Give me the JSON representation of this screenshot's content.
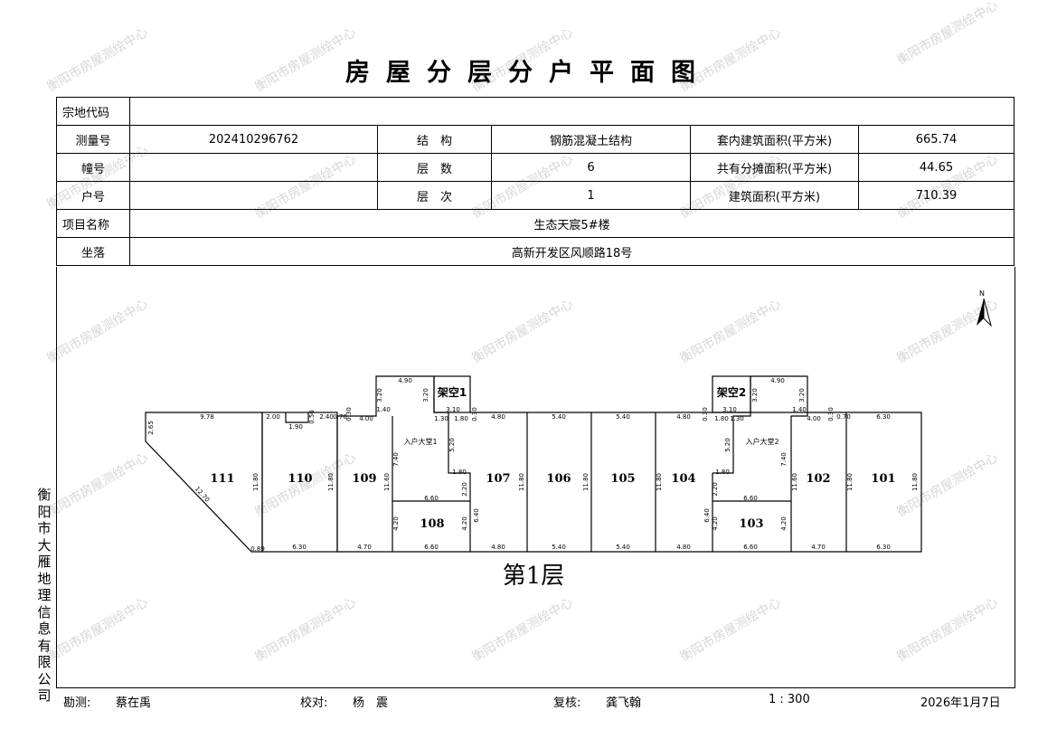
{
  "title": "房屋分层分户平面图",
  "info": {
    "parcel_code_label": "宗地代码",
    "parcel_code": "",
    "survey_no_label": "测量号",
    "survey_no": "202410296762",
    "structure_label": "结　构",
    "structure": "钢筋混凝土结构",
    "inner_area_label": "套内建筑面积(平方米)",
    "inner_area": "665.74",
    "building_no_label": "幢号",
    "building_no": "",
    "floors_label": "层　数",
    "floors": "6",
    "shared_area_label": "共有分摊面积(平方米)",
    "shared_area": "44.65",
    "unit_no_label": "户号",
    "unit_no": "",
    "floor_label": "层　次",
    "floor": "1",
    "building_area_label": "建筑面积(平方米)",
    "building_area": "710.39",
    "project_label": "项目名称",
    "project": "生态天宸5#楼",
    "location_label": "坐落",
    "location": "高新开发区风顺路18号"
  },
  "plan": {
    "floor_caption": "第1层",
    "north": "N",
    "rooms": [
      "111",
      "110",
      "109",
      "108",
      "107",
      "106",
      "105",
      "104",
      "103",
      "102",
      "101"
    ],
    "stilts": [
      "架空1",
      "架空2"
    ],
    "lobbies": [
      "入户大堂1",
      "入户大堂2"
    ],
    "dimensions": [
      "9.78",
      "2.00",
      "1.90",
      "0.50",
      "2.40",
      "0.70",
      "0.30",
      "4.00",
      "1.40",
      "4.90",
      "3.20",
      "3.20",
      "3.10",
      "1.30",
      "1.80",
      "0.30",
      "4.80",
      "5.20",
      "1.80",
      "7.40",
      "11.60",
      "2.20",
      "6.60",
      "4.20",
      "4.20",
      "6.40",
      "11.80",
      "11.80",
      "11.80",
      "2.65",
      "12.70",
      "0.89",
      "6.30",
      "4.70",
      "6.60",
      "4.80",
      "5.40",
      "5.40",
      "11.80",
      "5.40",
      "5.40",
      "4.80",
      "4.80",
      "11.80",
      "0.30",
      "3.10",
      "1.80",
      "1.30",
      "3.20",
      "4.90",
      "3.20",
      "1.40",
      "4.00",
      "0.30",
      "0.70",
      "6.30",
      "6.30",
      "5.20",
      "1.80",
      "7.40",
      "2.20",
      "6.60",
      "6.40",
      "4.20",
      "4.20",
      "11.60",
      "11.80",
      "11.80",
      "4.70",
      "6.60"
    ]
  },
  "watermark": "衡阳市房屋测绘中心",
  "company": "衡阳市大雁地理信息有限公司",
  "footer": {
    "surveyor_label": "勘测:",
    "surveyor": "蔡在禹",
    "checker_label": "校对:",
    "checker": "杨　震",
    "reviewer_label": "复核:",
    "reviewer": "龚飞翰",
    "scale": "1 : 300",
    "date": "2026年1月7日"
  }
}
